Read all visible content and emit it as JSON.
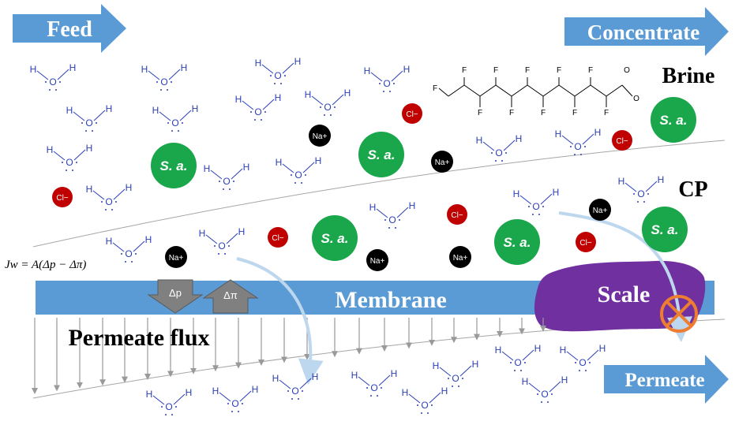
{
  "labels": {
    "feed": "Feed",
    "concentrate": "Concentrate",
    "brine": "Brine",
    "cp": "CP",
    "membrane": "Membrane",
    "scale": "Scale",
    "permeate_flux": "Permeate flux",
    "permeate": "Permeate",
    "flux_equation": "Jw = A(Δp − Δπ)",
    "delta_p": "Δp",
    "delta_pi": "Δπ"
  },
  "glyphs": {
    "hydrogen": "H",
    "oxygen": "O",
    "sodium": "Na+",
    "chloride": "Cl−",
    "bacteria": "S. a.",
    "fluorine": "F",
    "carbonyl_oxygen": "O"
  },
  "colors": {
    "arrow_blue": "#5b9bd5",
    "membrane_blue": "#5b9bd5",
    "scale_purple": "#7030a0",
    "bacteria_green": "#1aa64b",
    "chloride_red": "#c00000",
    "sodium_black": "#000000",
    "water_blue": "#2a3fb8",
    "flow_arrow": "#bdd7ee",
    "blocked_orange": "#ed7d31",
    "pressure_gray": "#808080"
  },
  "icons": {
    "feed_arrow": "block-arrow-right",
    "concentrate_arrow": "block-arrow-right",
    "permeate_arrow": "block-arrow-right",
    "blocked_symbol": "no-entry-circle",
    "pressure_arrow_down": "block-arrow-down",
    "pressure_arrow_up": "block-arrow-up"
  }
}
